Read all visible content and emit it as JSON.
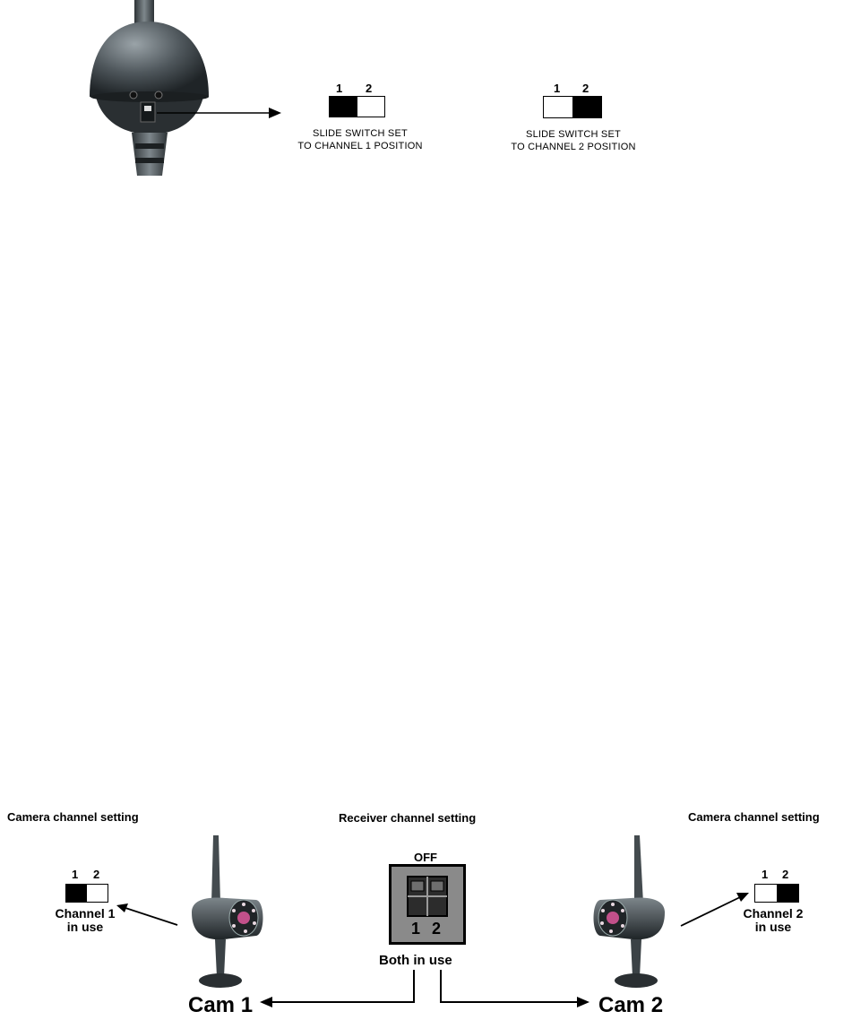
{
  "top": {
    "switch_ch1": {
      "num1": "1",
      "num2": "2",
      "caption_line1": "SLIDE SWITCH SET",
      "caption_line2": "TO CHANNEL 1 POSITION"
    },
    "switch_ch2": {
      "num1": "1",
      "num2": "2",
      "caption_line1": "SLIDE SWITCH SET",
      "caption_line2": "TO CHANNEL 2 POSITION"
    }
  },
  "bottom": {
    "left_heading": "Camera channel setting",
    "center_heading": "Receiver channel setting",
    "right_heading": "Camera channel setting",
    "left_switch": {
      "num1": "1",
      "num2": "2",
      "caption_line1": "Channel 1",
      "caption_line2": "in use"
    },
    "right_switch": {
      "num1": "1",
      "num2": "2",
      "caption_line1": "Channel  2",
      "caption_line2": "in use"
    },
    "receiver": {
      "off_label": "OFF",
      "num1": "1",
      "num2": "2",
      "status": "Both  in use"
    },
    "cam1_label": "Cam 1",
    "cam2_label": "Cam 2"
  },
  "colors": {
    "switch_on": "#000000",
    "switch_off": "#ffffff",
    "camera_body": "#3e4448",
    "receiver_box": "#8a8a8a"
  }
}
